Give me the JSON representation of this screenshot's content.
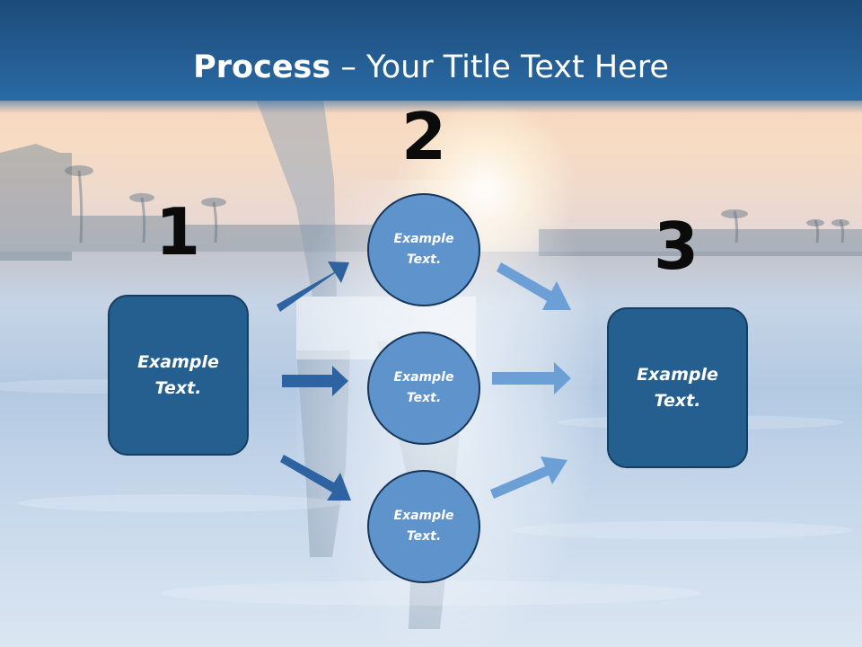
{
  "title": {
    "bold": "Process",
    "rest": " – Your Title Text Here"
  },
  "steps": [
    {
      "number": "1",
      "text": "Example Text."
    },
    {
      "number": "2",
      "items": [
        "Example Text.",
        "Example Text.",
        "Example Text."
      ]
    },
    {
      "number": "3",
      "text": "Example Text."
    }
  ],
  "colors": {
    "header": "#245c91",
    "box_fill": "#245f8f",
    "circle_fill": "#5f93cc",
    "left_arrows": "#2d63a0",
    "right_arrows": "#6b9fd6"
  }
}
